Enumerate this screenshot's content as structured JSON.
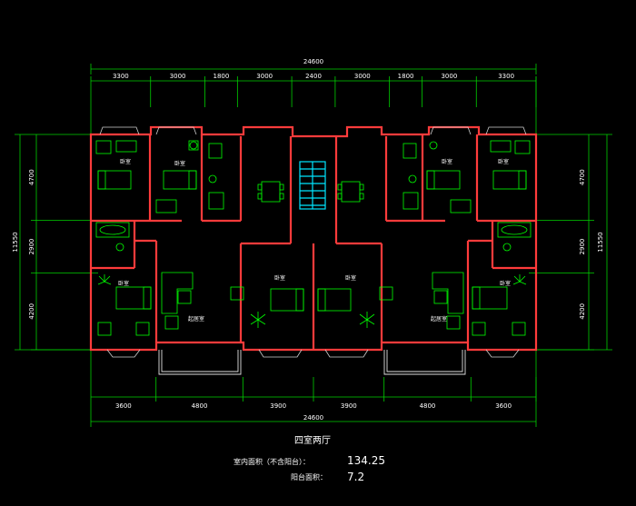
{
  "drawing": {
    "top_total": "24600",
    "bottom_total": "24600",
    "top_dims": [
      "3300",
      "3000",
      "1800",
      "3000",
      "2400",
      "3000",
      "1800",
      "3000",
      "3300"
    ],
    "bottom_dims": [
      "3600",
      "4800",
      "3900",
      "3900",
      "4800",
      "3600"
    ],
    "left_total": "11550",
    "right_total": "11550",
    "side_dims": [
      "4700",
      "2900",
      "4200"
    ],
    "room_labels": [
      "卧室",
      "卧室",
      "卧室",
      "卧室",
      "卧室",
      "卧室",
      "卧室",
      "卧室",
      "起居室",
      "起居室"
    ],
    "colors": {
      "wall": "#ff3b3b",
      "dim": "#00e000",
      "furniture": "#00ff00",
      "stair": "#00e5ff",
      "text": "#ffffff"
    }
  },
  "caption": {
    "title": "四室两厅",
    "area_label": "室内面积（不含阳台）：",
    "area_value": "134.25",
    "balcony_label": "阳台面积：",
    "balcony_value": "7.2"
  }
}
